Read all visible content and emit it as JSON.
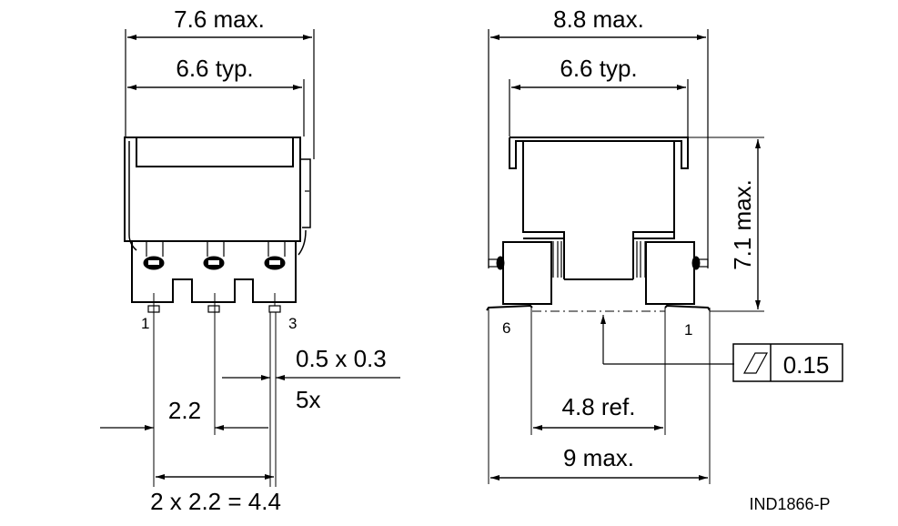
{
  "drawing": {
    "code": "IND1866-P",
    "line_color": "#000000",
    "background": "#ffffff"
  },
  "left_view": {
    "width_max": "7.6 max.",
    "width_typ": "6.6 typ.",
    "pin_labels": [
      "1",
      "3"
    ],
    "pin_size": "0.5 x 0.3",
    "pin_count": "5x",
    "pitch": "2.2",
    "span": "2 x 2.2 = 4.4"
  },
  "right_view": {
    "width_max": "8.8 max.",
    "width_typ": "6.6 typ.",
    "height_max": "7.1 max.",
    "pin_labels": [
      "6",
      "1"
    ],
    "ref_width": "4.8 ref.",
    "base_max": "9 max.",
    "tolerance": {
      "symbol": "flatness-icon",
      "value": "0.15"
    }
  }
}
